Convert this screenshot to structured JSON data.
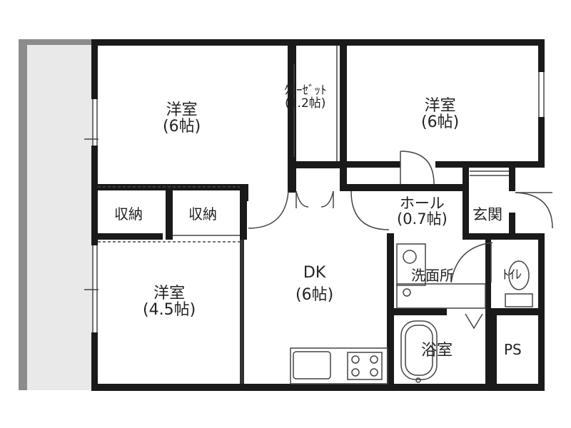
{
  "rooms": {
    "western_top_left": {
      "name": "洋室",
      "size": "(6帖)"
    },
    "closet": {
      "name": "ｸﾛｰｾﾞｯﾄ",
      "size": "(1.2帖)"
    },
    "western_top_right": {
      "name": "洋室",
      "size": "(6帖)"
    },
    "storage_1": {
      "name": "収納"
    },
    "storage_2": {
      "name": "収納"
    },
    "hall": {
      "name": "ホール",
      "size": "(0.7帖)"
    },
    "entrance": {
      "name": "玄関"
    },
    "dk": {
      "name": "DK",
      "size": "(6帖)"
    },
    "washroom": {
      "name": "洗面所"
    },
    "toilet": {
      "name": "ﾄｲﾚ"
    },
    "western_bottom_left": {
      "name": "洋室",
      "size": "(4.5帖)"
    },
    "bath": {
      "name": "浴室"
    },
    "ps": {
      "name": "PS"
    }
  },
  "colors": {
    "wall": "#1a1a1a",
    "balcony": "#8c8c8c",
    "line": "#444444"
  }
}
